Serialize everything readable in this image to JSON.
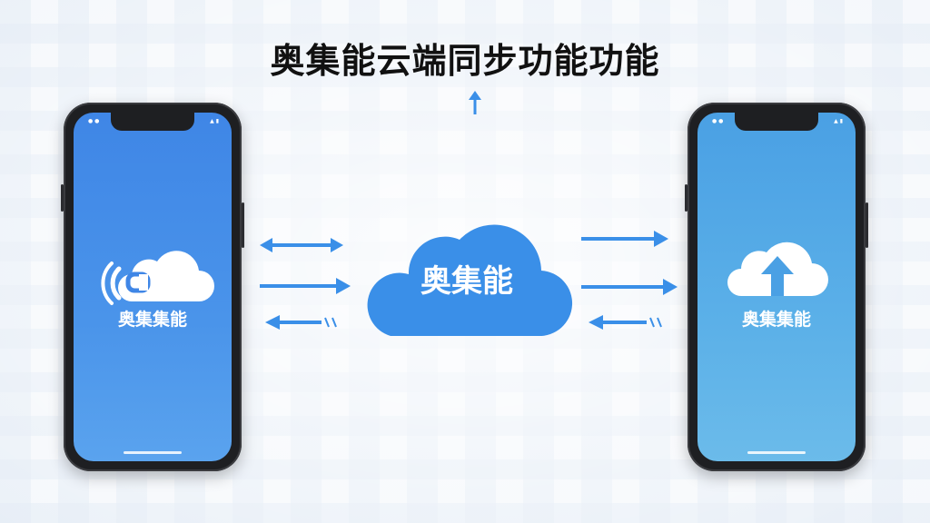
{
  "title": "奥集能云端同步功能功能",
  "center_cloud": {
    "label": "奥集能"
  },
  "left_phone": {
    "label": "奥集集能",
    "icon": "cloud-link-icon"
  },
  "right_phone": {
    "label": "奥集集能",
    "icon": "cloud-upload-icon"
  },
  "colors": {
    "accent": "#3a8fe8",
    "phone_left": "#4a90e8",
    "phone_right": "#56acea",
    "frame": "#1e1f22"
  }
}
